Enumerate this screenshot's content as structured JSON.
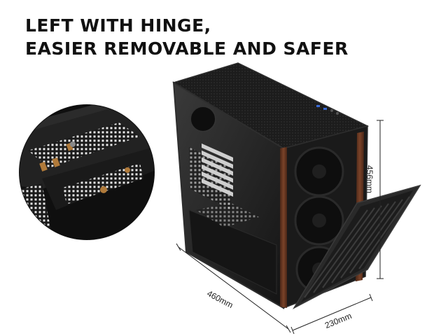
{
  "headline": {
    "line1": "LEFT WITH HINGE,",
    "line2": "EASIER REMOVABLE AND SAFER"
  },
  "dimensions": {
    "height": "456mm",
    "depth": "460mm",
    "width": "230mm"
  },
  "colors": {
    "case_body": "#1b1b1b",
    "case_edge": "#2e2e2e",
    "wood_trim": "#6b3a24",
    "fan_blade": "#0e0e0e",
    "hinge_brass": "#b07a3a",
    "dimension_line": "#222222",
    "text": "#111111"
  }
}
